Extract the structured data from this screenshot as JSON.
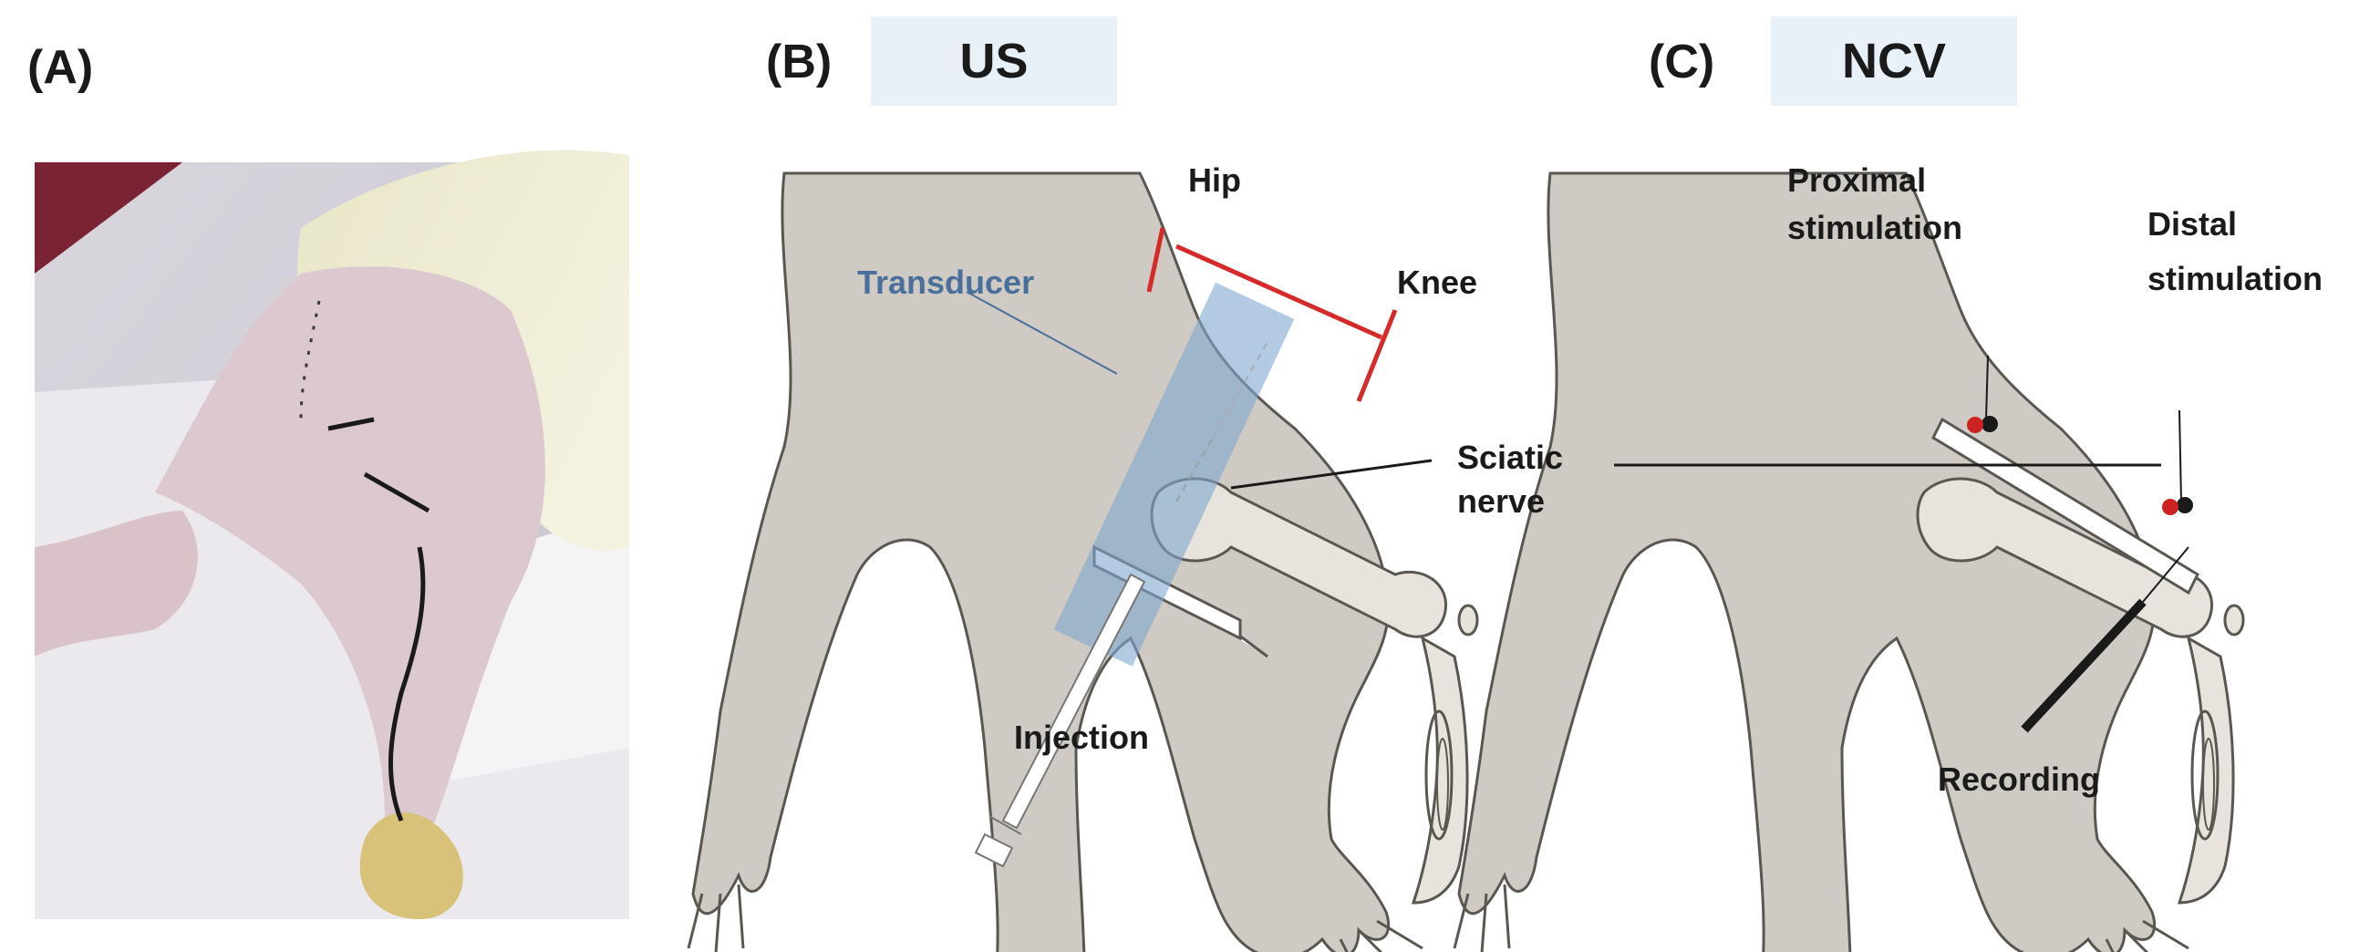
{
  "panels": {
    "a": {
      "label": "(A)"
    },
    "b": {
      "label": "(B)",
      "title": "US",
      "labels": {
        "hip": "Hip",
        "knee": "Knee",
        "transducer": "Transducer",
        "sciatic_line1": "Sciatic",
        "sciatic_line2": "nerve",
        "injection": "Injection"
      }
    },
    "c": {
      "label": "(C)",
      "title": "NCV",
      "labels": {
        "proximal_line1": "Proximal",
        "proximal_line2": "stimulation",
        "distal_line1": "Distal",
        "distal_line2": "stimulation",
        "recording": "Recording"
      }
    }
  },
  "colors": {
    "body_fill": "#cfcac3",
    "outline": "#5a5650",
    "measure_red": "#d42a2a",
    "transducer_blue": "#7fa6cf",
    "title_box_bg": "#e8f0f8",
    "label_blue": "#4a6f9a",
    "electrode_red": "#cc2222"
  }
}
